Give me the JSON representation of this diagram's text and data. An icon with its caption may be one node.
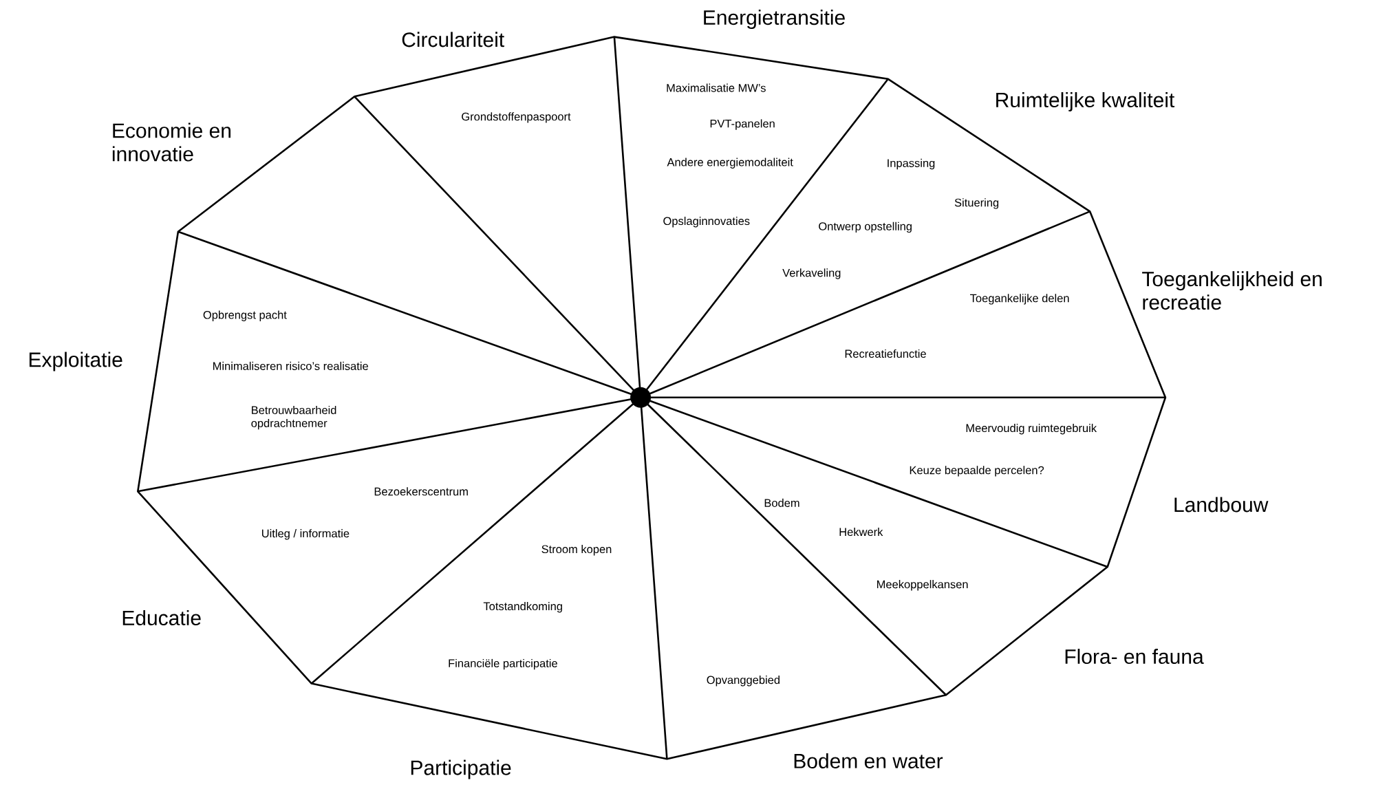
{
  "diagram": {
    "nodes": [
      {
        "text": [
          "Circulariteit",
          "Grondstoffenpaspoort"
        ]
      },
      {
        "text": [
          "Energietransitie",
          "Maximalisatie MW’s",
          "PVT-panelen",
          "Andere energiemodaliteit",
          "Opslaginnovaties"
        ]
      },
      {
        "text": [
          "Ruimtelijke kwaliteit",
          "Inpassing",
          "Situering",
          "Ontwerp opstelling",
          "Verkaveling"
        ]
      },
      {
        "text": [
          "Toegankelijke delen",
          "Toegankelijkheid en recreatie",
          "Recreatiefunctie"
        ]
      },
      {
        "text": [
          "Landbouw",
          "Meervoudig ruimtegebruik",
          "Keuze bepaalde percelen?"
        ]
      },
      {
        "text": [
          "Flora- en fauna",
          "Bodem",
          "Hekwerk",
          "Meekoppelkansen"
        ]
      },
      {
        "text": [
          "Bodem en water",
          "Opvanggebied"
        ]
      },
      {
        "text": [
          "Participatie",
          "Stroom kopen",
          "Totstandkoming",
          "Financiële participatie"
        ]
      },
      {
        "text": [
          "Educatie",
          "Bezoekerscentrum",
          "Uitleg / informatie"
        ]
      },
      {
        "text": [
          "Exploitatie",
          "Opbrengst pacht",
          "Minimaliseren risico’s realisatie",
          "Betrouwbaarheid opdrachtnemer"
        ]
      },
      {
        "text": [
          "Economie en innovatie"
        ]
      }
    ]
  }
}
